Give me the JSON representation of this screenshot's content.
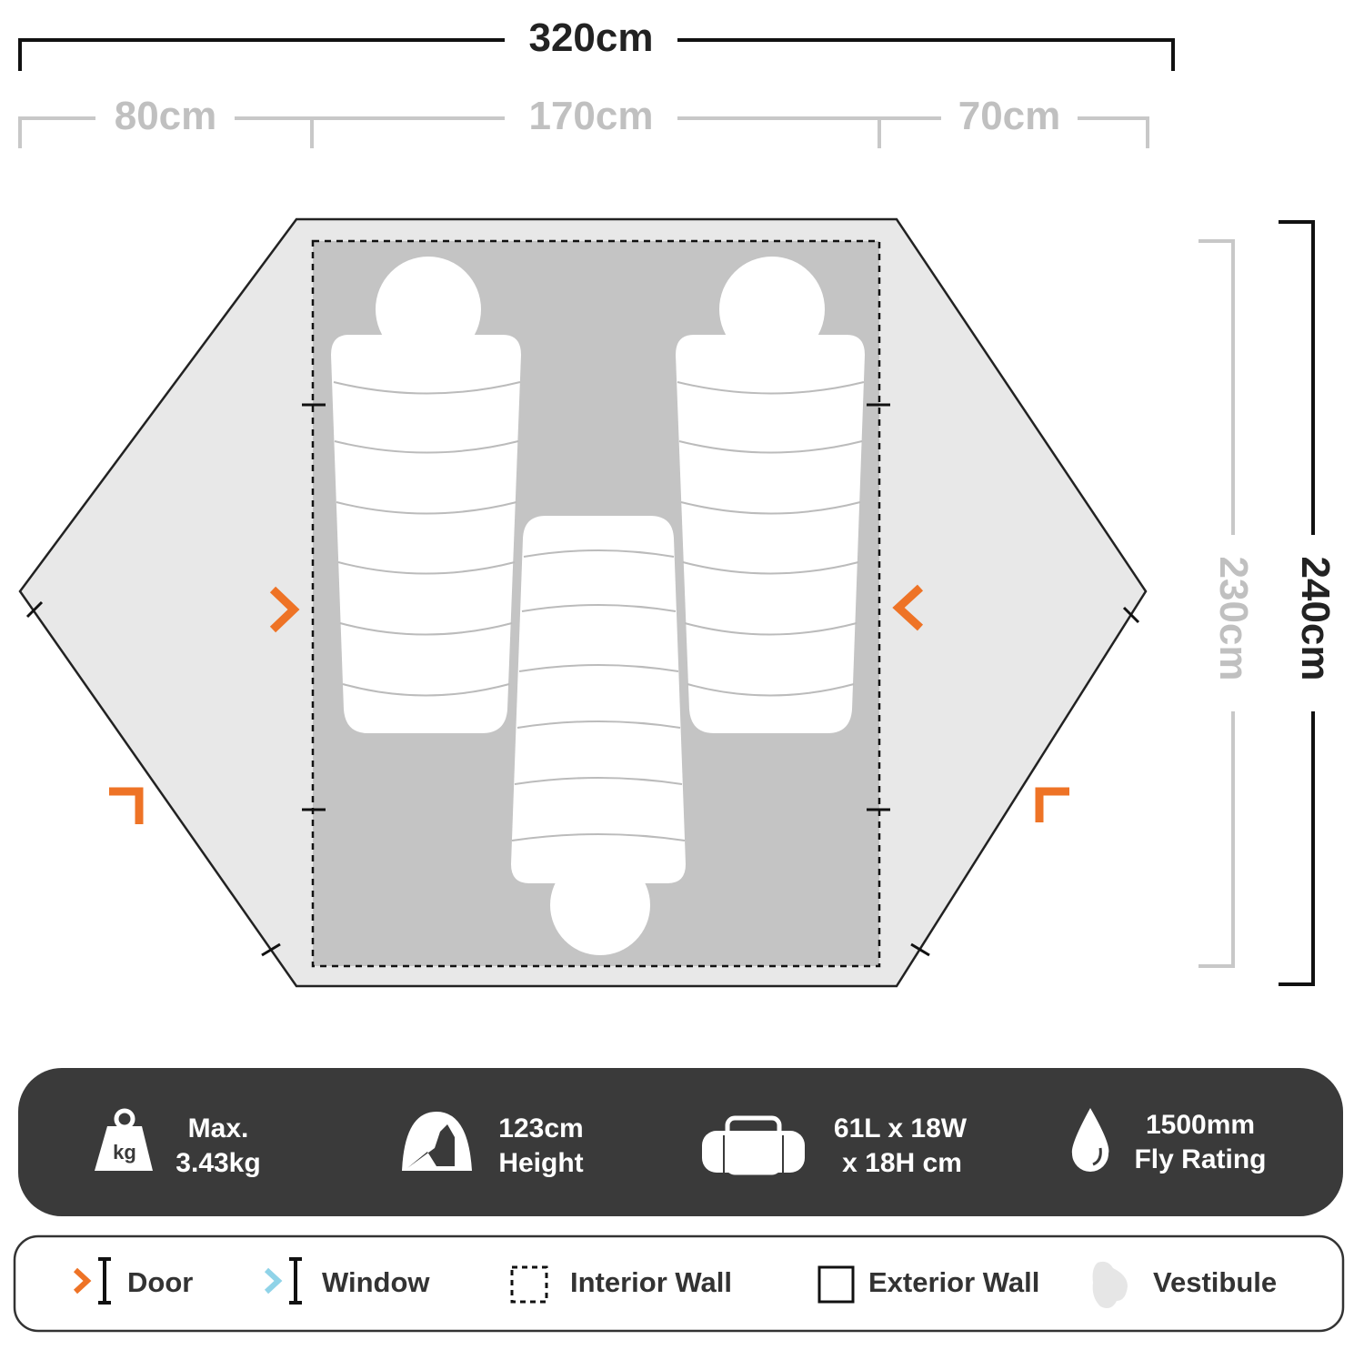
{
  "dimensions": {
    "total_width": "320cm",
    "segments": [
      "80cm",
      "170cm",
      "70cm"
    ],
    "inner_depth": "230cm",
    "outer_depth": "240cm"
  },
  "specs": [
    {
      "icon": "weight-kg-icon",
      "icon_text": "kg",
      "line1": "Max.",
      "line2": "3.43kg"
    },
    {
      "icon": "seated-person-height-icon",
      "line1": "123cm",
      "line2": "Height"
    },
    {
      "icon": "duffel-bag-icon",
      "line1": "61L x 18W",
      "line2": "x 18H cm"
    },
    {
      "icon": "water-drop-icon",
      "line1": "1500mm",
      "line2": "Fly Rating"
    }
  ],
  "legend": [
    {
      "icon": "door-icon",
      "label": "Door"
    },
    {
      "icon": "window-icon",
      "label": "Window"
    },
    {
      "icon": "interior-wall-icon",
      "label": "Interior Wall"
    },
    {
      "icon": "exterior-wall-icon",
      "label": "Exterior Wall"
    },
    {
      "icon": "vestibule-icon",
      "label": "Vestibule"
    }
  ],
  "colors": {
    "door": "#ee7326",
    "window": "#8fd3e8",
    "vestibule": "#e8e8e8",
    "interior_floor": "#c4c4c4",
    "spec_bar": "#3a3a3a",
    "dim_gray": "#c8c8c8"
  }
}
